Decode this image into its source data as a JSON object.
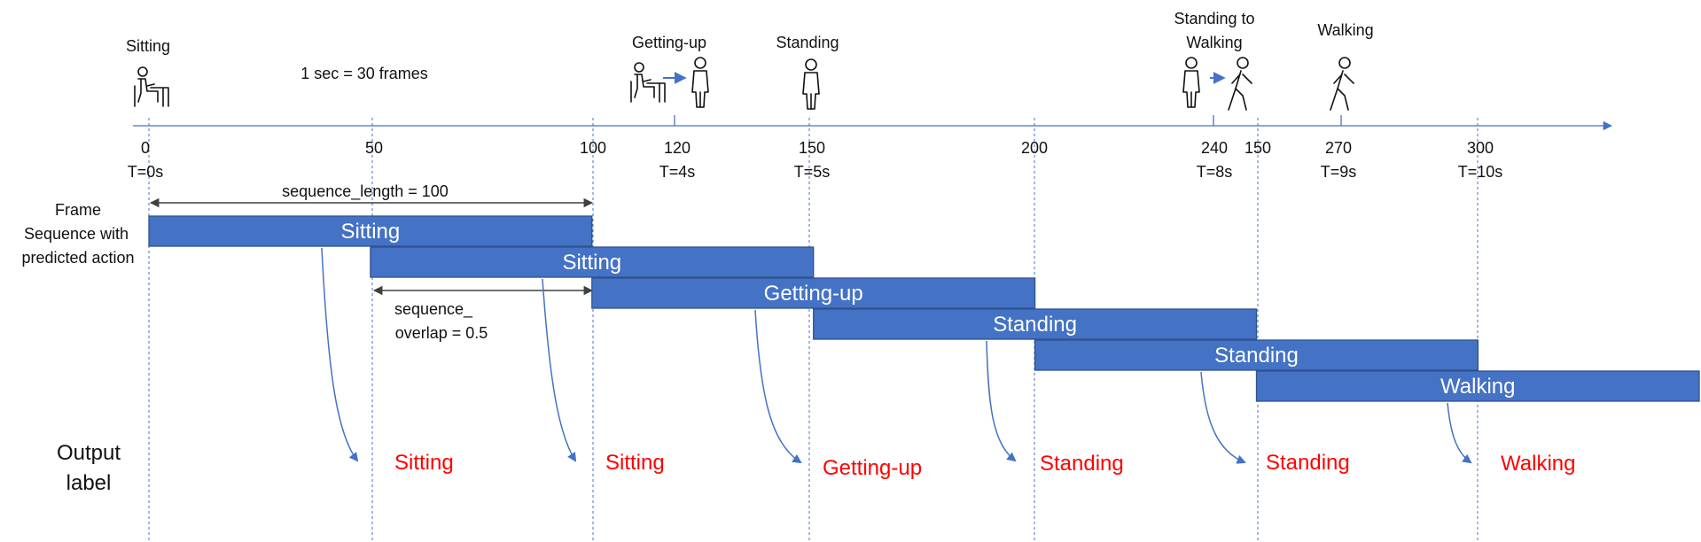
{
  "colors": {
    "bar_fill": "#4472C4",
    "bar_stroke": "#2F528F",
    "axis": "#4472C4",
    "output_text": "#FF0000",
    "arrow_curve": "#4472C4",
    "text": "#111111"
  },
  "scale_note": "1 sec = 30 frames",
  "frames": [
    "0",
    "50",
    "100",
    "120",
    "150",
    "200",
    "240",
    "150",
    "270",
    "300"
  ],
  "times": {
    "t0": "T=0s",
    "t120": "T=4s",
    "t150": "T=5s",
    "t240": "T=8s",
    "t270": "T=9s",
    "t300": "T=10s"
  },
  "actions_top": {
    "sitting": "Sitting",
    "getting_up": "Getting-up",
    "standing": "Standing",
    "standing_to_walking_line1": "Standing to",
    "standing_to_walking_line2": "Walking",
    "walking": "Walking"
  },
  "left_labels": {
    "frame_seq_line1": "Frame",
    "frame_seq_line2": "Sequence with",
    "frame_seq_line3": "predicted action",
    "output_line1": "Output",
    "output_line2": "label"
  },
  "annotations": {
    "sequence_length": "sequence_length = 100",
    "overlap_line1": "sequence_",
    "overlap_line2": "overlap = 0.5"
  },
  "sequences": [
    {
      "start": 0,
      "end": 100,
      "label": "Sitting"
    },
    {
      "start": 50,
      "end": 150,
      "label": "Sitting"
    },
    {
      "start": 100,
      "end": 200,
      "label": "Getting-up"
    },
    {
      "start": 150,
      "end": 250,
      "label": "Standing"
    },
    {
      "start": 200,
      "end": 300,
      "label": "Standing"
    },
    {
      "start": 250,
      "end": 350,
      "label": "Walking"
    }
  ],
  "outputs": [
    "Sitting",
    "Sitting",
    "Getting-up",
    "Standing",
    "Standing",
    "Walking"
  ]
}
